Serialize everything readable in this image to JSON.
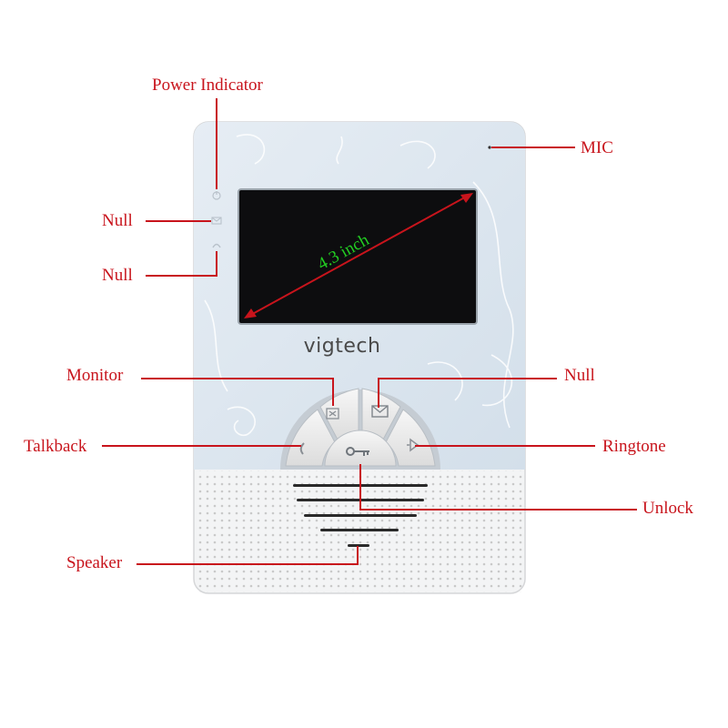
{
  "device": {
    "brand": "vigtech",
    "screen_size_label": "4.3 inch"
  },
  "labels": {
    "power_indicator": "Power Indicator",
    "mic": "MIC",
    "null_top": "Null",
    "null_middle": "Null",
    "monitor": "Monitor",
    "null_right": "Null",
    "talkback": "Talkback",
    "ringtone": "Ringtone",
    "unlock": "Unlock",
    "speaker": "Speaker"
  },
  "buttons": [
    {
      "id": "monitor",
      "icon": "monitor-icon"
    },
    {
      "id": "message",
      "icon": "envelope-icon"
    },
    {
      "id": "talkback",
      "icon": "handset-icon"
    },
    {
      "id": "unlock",
      "icon": "key-icon"
    },
    {
      "id": "ringtone",
      "icon": "bell-icon"
    }
  ],
  "colors": {
    "label_and_leader": "#c8141c",
    "screen_size_text": "#22cc22",
    "screen": "#0d0d0f",
    "housing": "#f4f5f6",
    "face": "#d9e4ee"
  }
}
